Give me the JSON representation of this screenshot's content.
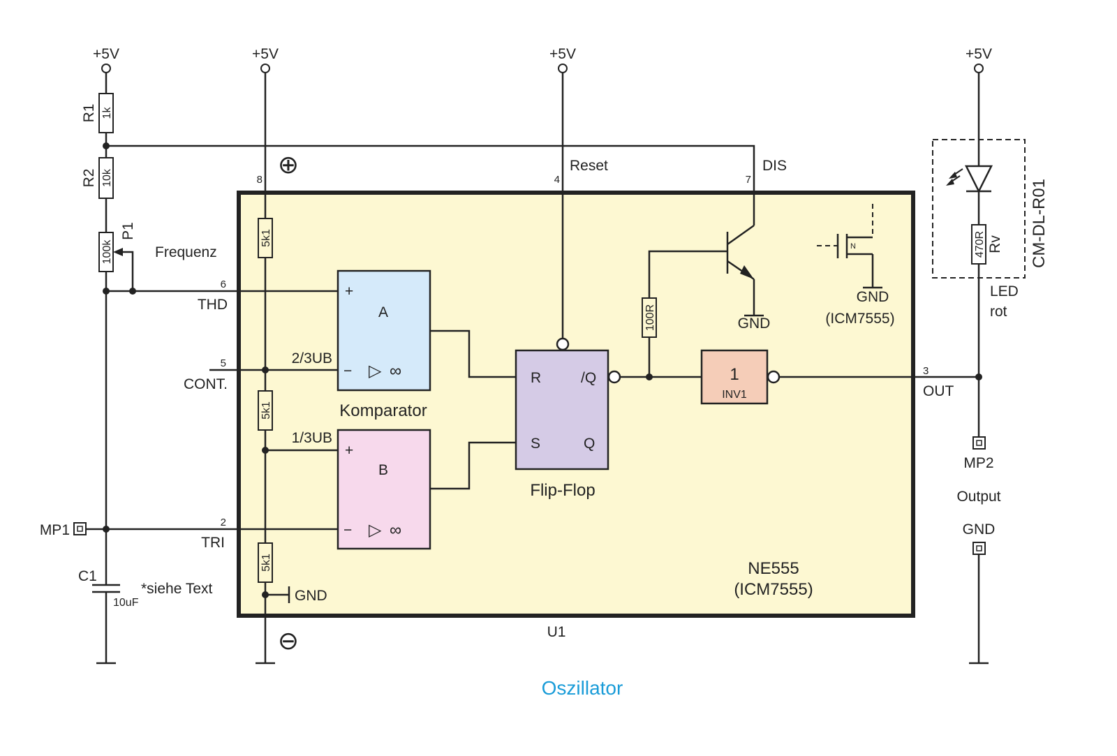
{
  "supply": "+5V",
  "ground": "GND",
  "symbols": {
    "plus": "⊕",
    "minus": "⊖",
    "inf": "∞",
    "tri": "▷",
    "pos": "+",
    "neg": "−"
  },
  "resistors": {
    "r1": {
      "name": "R1",
      "value": "1k"
    },
    "r2": {
      "name": "R2",
      "value": "10k"
    },
    "p1": {
      "name": "P1",
      "value": "100k",
      "label": "Frequenz"
    },
    "internal": "5k1",
    "rdis": "100R",
    "rv": {
      "name": "Rv",
      "value": "470R"
    }
  },
  "capacitor": {
    "name": "C1",
    "value": "10uF",
    "note": "*siehe Text"
  },
  "pins": {
    "thd": {
      "num": "6",
      "name": "THD"
    },
    "cont": {
      "num": "5",
      "name": "CONT."
    },
    "tri": {
      "num": "2",
      "name": "TRI"
    },
    "vcc": {
      "num": "8"
    },
    "reset": {
      "num": "4",
      "name": "Reset"
    },
    "dis": {
      "num": "7",
      "name": "DIS"
    },
    "out": {
      "num": "3",
      "name": "OUT"
    }
  },
  "references": {
    "upper": "2/3UB",
    "lower": "1/3UB"
  },
  "comparators": {
    "a": "A",
    "b": "B",
    "label": "Komparator"
  },
  "flipflop": {
    "r": "R",
    "nq": "/Q",
    "s": "S",
    "q": "Q",
    "label": "Flip-Flop"
  },
  "inverter": {
    "symbol": "1",
    "name": "INV1"
  },
  "mosfet": {
    "channel": "N",
    "gnd": "GND",
    "note": "(ICM7555)"
  },
  "ic": {
    "name": "NE555",
    "alt": "(ICM7555)",
    "ref": "U1"
  },
  "led": {
    "module": "CM-DL-R01",
    "label_1": "LED",
    "label_2": "rot"
  },
  "testpoints": {
    "mp1": "MP1",
    "mp2": "MP2",
    "output": "Output",
    "gnd": "GND"
  },
  "caption": "Oszillator",
  "colors": {
    "ic_fill": "#fdf8d2",
    "comp_a": "#d5eafa",
    "comp_b": "#f7d9ec",
    "flipflop": "#d5cbe6",
    "inverter": "#f5cdb8",
    "caption": "#1a9cd8",
    "line": "#222222"
  }
}
